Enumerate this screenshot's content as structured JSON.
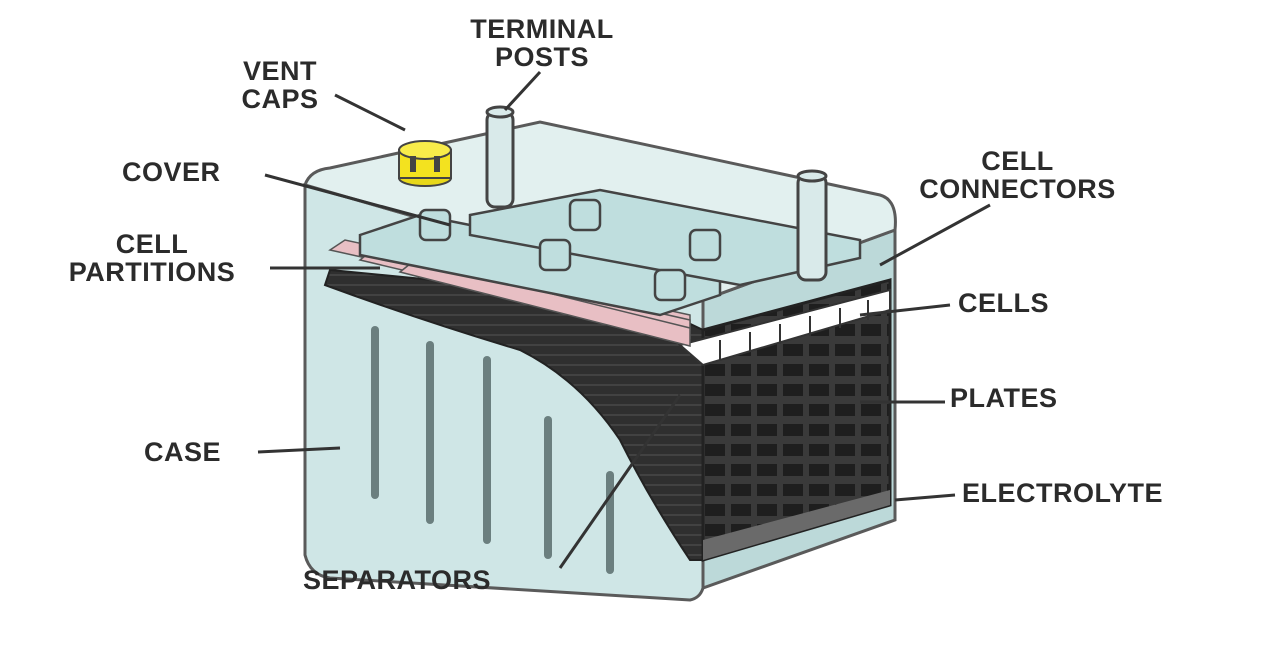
{
  "labels": {
    "terminal_posts": [
      "TERMINAL",
      "POSTS"
    ],
    "vent_caps": [
      "VENT",
      "CAPS"
    ],
    "cover": "COVER",
    "cell_connectors": [
      "CELL",
      "CONNECTORS"
    ],
    "cell_partitions": [
      "CELL",
      "PARTITIONS"
    ],
    "cells": "CELLS",
    "plates": "PLATES",
    "case": "CASE",
    "electrolyte": "ELECTROLYTE",
    "separators": "SEPARATORS"
  },
  "colors": {
    "case": "#cfe6e6",
    "case_edge": "#5a5a5a",
    "plates_dark": "#2a2a2a",
    "separator_pink": "#e8bfc4",
    "vent_cap": "#f3e21f",
    "text": "#2b2b2b"
  }
}
